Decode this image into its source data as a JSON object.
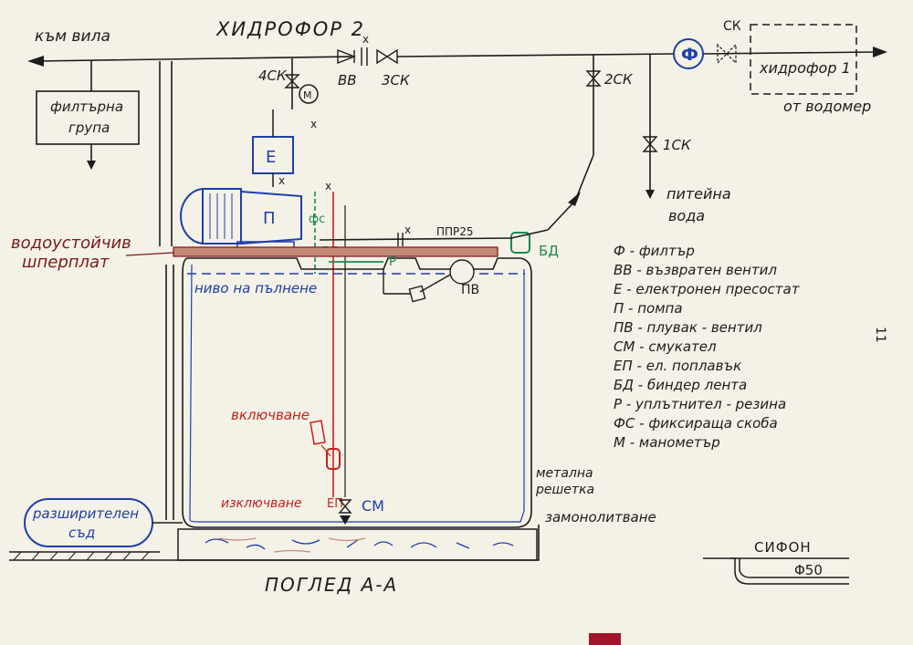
{
  "labels": {
    "to_villa": "към вила",
    "hydrophore2": "ХИДРОФОР 2",
    "hydrophore1": "хидрофор 1",
    "from_meter": "от водомер",
    "filter_group_l1": "филтърна",
    "filter_group_l2": "група",
    "valve_4sk": "4СК",
    "valve_vv": "ВВ",
    "valve_3sk": "3СК",
    "valve_2sk": "2СК",
    "valve_1sk": "1СК",
    "valve_sk": "СК",
    "filter_symbol": "Ф",
    "pressostat": "Е",
    "pump": "П",
    "fix_bracket": "фс",
    "binder_left": "БД",
    "binder_right": "БД",
    "pipe_ppr": "ППР25",
    "gasket": "Р",
    "float_valve": "ПВ",
    "manometer": "М",
    "x_mark": "х",
    "drinking_water_l1": "питейна",
    "drinking_water_l2": "вода",
    "plywood_l1": "водоустойчив",
    "plywood_l2": "шперплат",
    "fill_level": "ниво на пълнене",
    "switch_on": "включване",
    "switch_off": "изключване",
    "el_float": "ЕП",
    "suction": "СМ",
    "expansion_l1": "разширителен",
    "expansion_l2": "съд",
    "metal_grate_l1": "метална",
    "metal_grate_l2": "решетка",
    "concrete": "замонолитване",
    "siphon": "СИФОН",
    "phi50": "Φ50",
    "view": "ПОГЛЕД А-А",
    "page_number": "11"
  },
  "legend": [
    "Ф - филтър",
    "ВВ - възвратен вентил",
    "Е - електронен пресостат",
    "П - помпа",
    "ПВ - плувак - вентил",
    "СМ - смукател",
    "ЕП - ел. поплавък",
    "БД - биндер лента",
    "Р - уплътнител - резина",
    "ФС - фиксираща скоба",
    "М - манометър"
  ],
  "colors": {
    "ink_black": "#1c1c1c",
    "ink_blue": "#1f3ea8",
    "ink_red": "#c8201e",
    "ink_green": "#1b8a55",
    "ink_darkred": "#7a1a1a",
    "plywood": "#c48a78",
    "paper": "#f4f1e6"
  }
}
